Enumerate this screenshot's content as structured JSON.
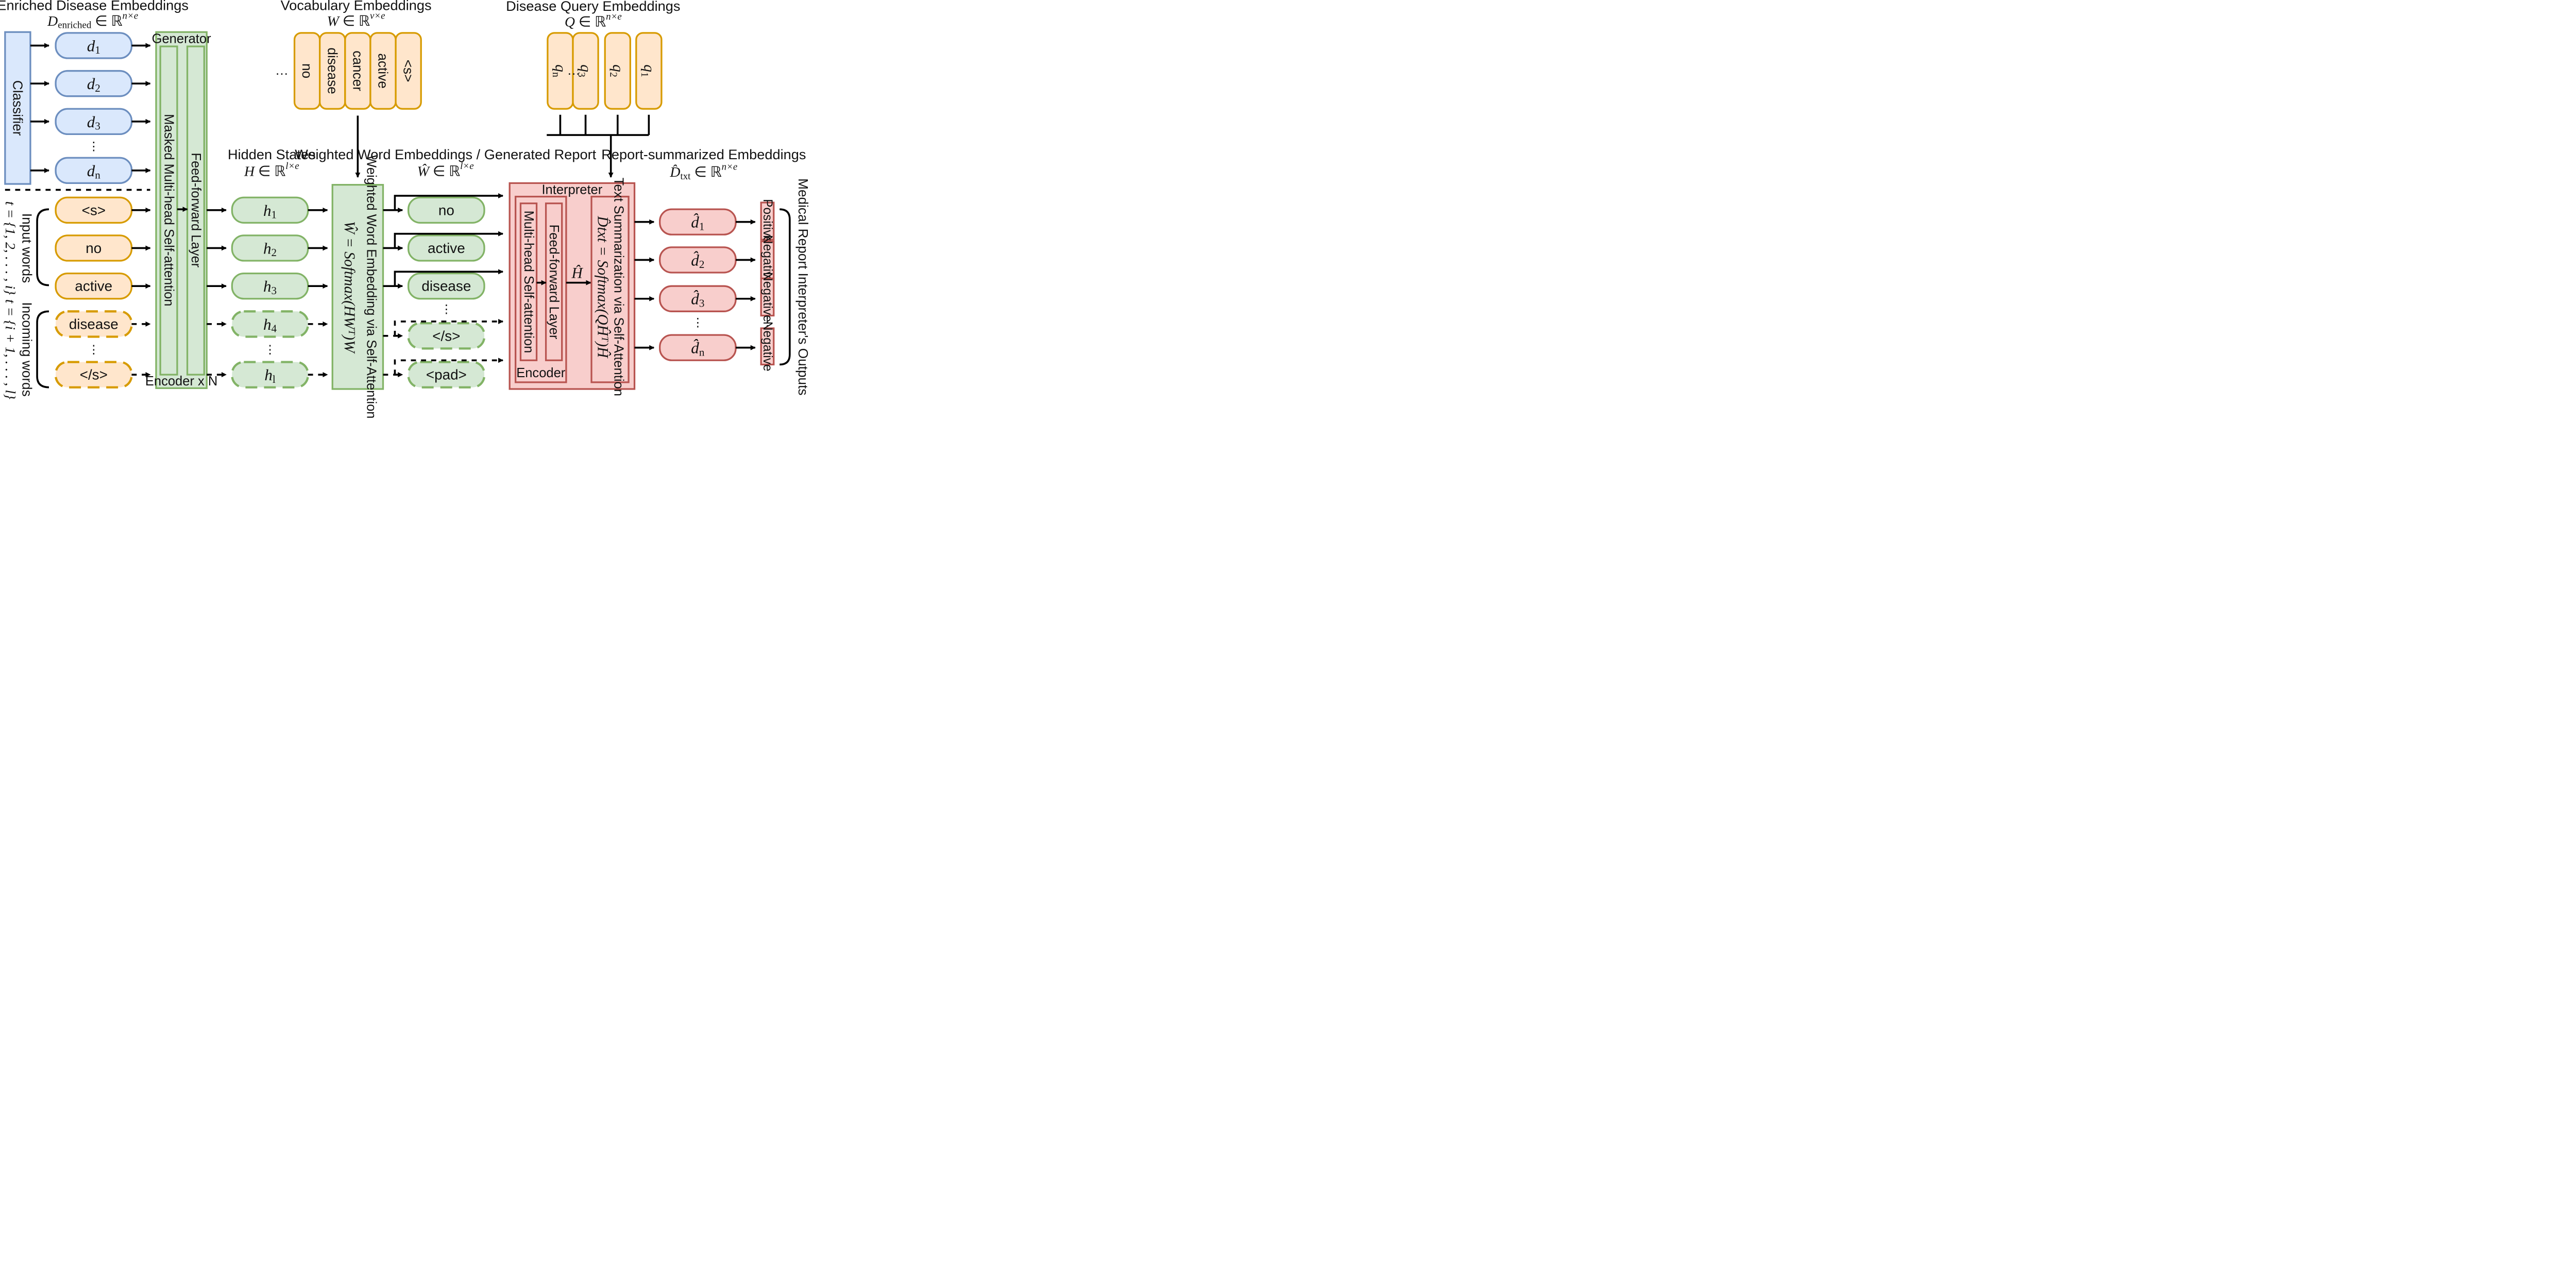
{
  "colors": {
    "blue_fill": "#dae8fc",
    "blue_stroke": "#6c8ebf",
    "orange_fill": "#ffe6cc",
    "orange_stroke": "#d79b00",
    "green_fill": "#d5e8d4",
    "green_stroke": "#82b366",
    "red_fill": "#f8cecc",
    "red_stroke": "#b85450"
  },
  "headers": {
    "enriched": "Enriched Disease Embeddings",
    "vocab": "Vocabulary Embeddings",
    "query": "Disease Query Embeddings",
    "hidden": "Hidden States",
    "weighted": "Weighted Word Embeddings / Generated Report",
    "summarized": "Report-summarized Embeddings"
  },
  "formulas": {
    "enriched": {
      "base": "D",
      "sub": "enriched",
      "rest": " ∈ ℝ",
      "sup": "n×e"
    },
    "vocab": {
      "base": "W",
      "rest": " ∈ ℝ",
      "sup": "v×e"
    },
    "query": {
      "base": "Q",
      "rest": " ∈ ℝ",
      "sup": "n×e"
    },
    "hidden": {
      "base": "H",
      "rest": " ∈ ℝ",
      "sup": "l×e"
    },
    "weighted": {
      "base": "Ŵ",
      "rest": " ∈ ℝ",
      "sup": "l×e"
    },
    "summarized": {
      "base": "D̂",
      "sub": "txt",
      "rest": " ∈ ℝ",
      "sup": "n×e"
    }
  },
  "classifier": "Classifier",
  "disease_embeddings": [
    {
      "base": "d",
      "sub": "1"
    },
    {
      "base": "d",
      "sub": "2"
    },
    {
      "base": "d",
      "sub": "3"
    },
    {
      "base": "d",
      "sub": "n"
    }
  ],
  "generator": {
    "title": "Generator",
    "attention": "Masked Multi-head Self-attention",
    "ffn": "Feed-forward Layer",
    "footer": "Encoder x N"
  },
  "input_words": [
    "<s>",
    "no",
    "active"
  ],
  "incoming_words": [
    "disease",
    "</s>"
  ],
  "input_words_label": "Input words",
  "incoming_words_label": "Incoming words",
  "input_range": "t = {1, 2, . . . , i}",
  "incoming_range": "t = {i + 1, . . . , l}",
  "hidden_states": [
    {
      "base": "h",
      "sub": "1"
    },
    {
      "base": "h",
      "sub": "2"
    },
    {
      "base": "h",
      "sub": "3"
    },
    {
      "base": "h",
      "sub": "4"
    },
    {
      "base": "h",
      "sub": "l"
    }
  ],
  "vocab_tokens": [
    "no",
    "disease",
    "cancer",
    "active",
    "<s>"
  ],
  "query_tokens": [
    {
      "base": "q",
      "sub": "n"
    },
    {
      "base": "q",
      "sub": "3"
    },
    {
      "base": "q",
      "sub": "2"
    },
    {
      "base": "q",
      "sub": "1"
    }
  ],
  "weighting": {
    "title": "Weighted Word Embedding via Self-Attention",
    "formula": "Ŵ = Softmax(HWᵀ)W"
  },
  "generated_words": [
    "no",
    "active",
    "disease",
    "</s>",
    "<pad>"
  ],
  "interpreter": {
    "title": "Interpreter",
    "attention": "Multi-head Self-attention",
    "ffn": "Feed-forward Layer",
    "encoder": "Encoder",
    "h_hat": "Ĥ",
    "summ_title": "Text Summarization via Self-Attention",
    "summ_formula": "D̂txt = Softmax(QĤᵀ)Ĥ"
  },
  "summarized": [
    {
      "base": "d̂",
      "sub": "1"
    },
    {
      "base": "d̂",
      "sub": "2"
    },
    {
      "base": "d̂",
      "sub": "3"
    },
    {
      "base": "d̂",
      "sub": "n"
    }
  ],
  "outputs": [
    "Positive",
    "Negative",
    "Negative",
    "Negative"
  ],
  "outputs_label": "Medical Report Interpreter's Outputs",
  "ellipsis": "⋮",
  "hellipsis": "…"
}
